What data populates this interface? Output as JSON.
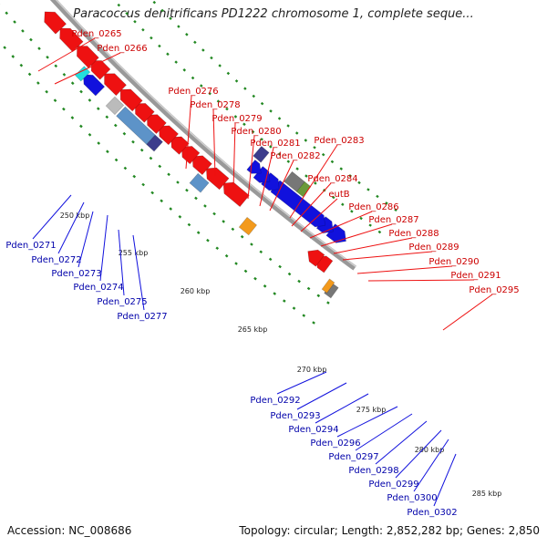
{
  "title": "Paracoccus denitrificans PD1222 chromosome 1, complete seque...",
  "accession": "Accession: NC_008686",
  "topology": "Topology: circular; Length: 2,852,282 bp; Genes: 2,850",
  "colors": {
    "forward_gene": "#ee1111",
    "reverse_gene": "#1111dd",
    "forward_label": "#cc0000",
    "reverse_label": "#0000aa",
    "backbone": "#888888",
    "tick_dots": "#228822",
    "gray_feature": "#777777",
    "orange_feature": "#f39a1c",
    "lightblue_feature": "#5d93c8",
    "navy_feature": "#3c3c8c",
    "cyan_feature": "#22dddd",
    "olive_feature": "#6a9a3a"
  },
  "tick_labels": [
    "250 kbp",
    "255 kbp",
    "260 kbp",
    "265 kbp",
    "270 kbp",
    "275 kbp",
    "280 kbp",
    "285 kbp"
  ],
  "forward_labels": [
    "Pden_0265",
    "Pden_0266",
    "Pden_0276",
    "Pden_0278",
    "Pden_0279",
    "Pden_0280",
    "Pden_0281",
    "Pden_0282",
    "Pden_0283",
    "Pden_0284",
    "eutB",
    "Pden_0286",
    "Pden_0287",
    "Pden_0288",
    "Pden_0289",
    "Pden_0290",
    "Pden_0291",
    "Pden_0295"
  ],
  "reverse_labels": [
    "Pden_0271",
    "Pden_0272",
    "Pden_0273",
    "Pden_0274",
    "Pden_0275",
    "Pden_0277",
    "Pden_0292",
    "Pden_0293",
    "Pden_0294",
    "Pden_0296",
    "Pden_0297",
    "Pden_0298",
    "Pden_0299",
    "Pden_0300",
    "Pden_0302"
  ]
}
